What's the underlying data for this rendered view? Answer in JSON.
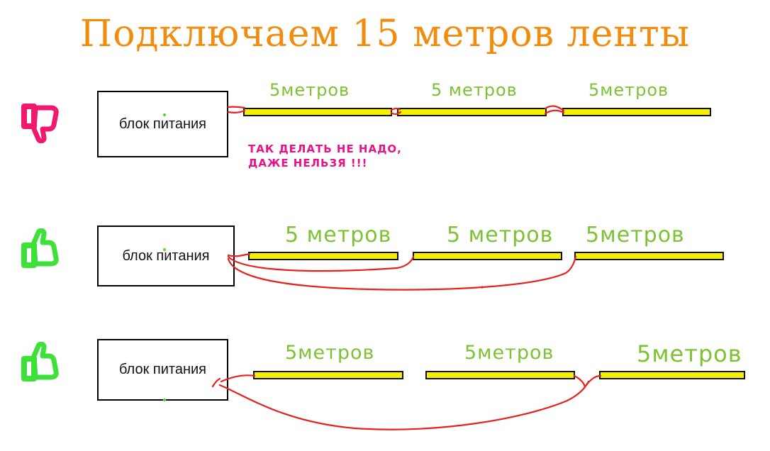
{
  "title": "Подключаем 15 метров ленты",
  "psu_label": "блок питания",
  "strip_label_a": "5метров",
  "strip_label_b": "5 метров",
  "warning_line1": "ТАК ДЕЛАТЬ НЕ НАДО,",
  "warning_line2": "ДАЖЕ НЕЛЬЗЯ !!!",
  "icons": {
    "bad": "thumbs-down-icon",
    "good": "thumbs-up-icon"
  },
  "colors": {
    "title": "#f28c0f",
    "strip_fill": "#f4f000",
    "strip_label": "#7cc232",
    "wire": "#e8201f",
    "warning": "#e8128a",
    "thumb_bad": "#ef1a6e",
    "thumb_good": "#3ee03a"
  }
}
